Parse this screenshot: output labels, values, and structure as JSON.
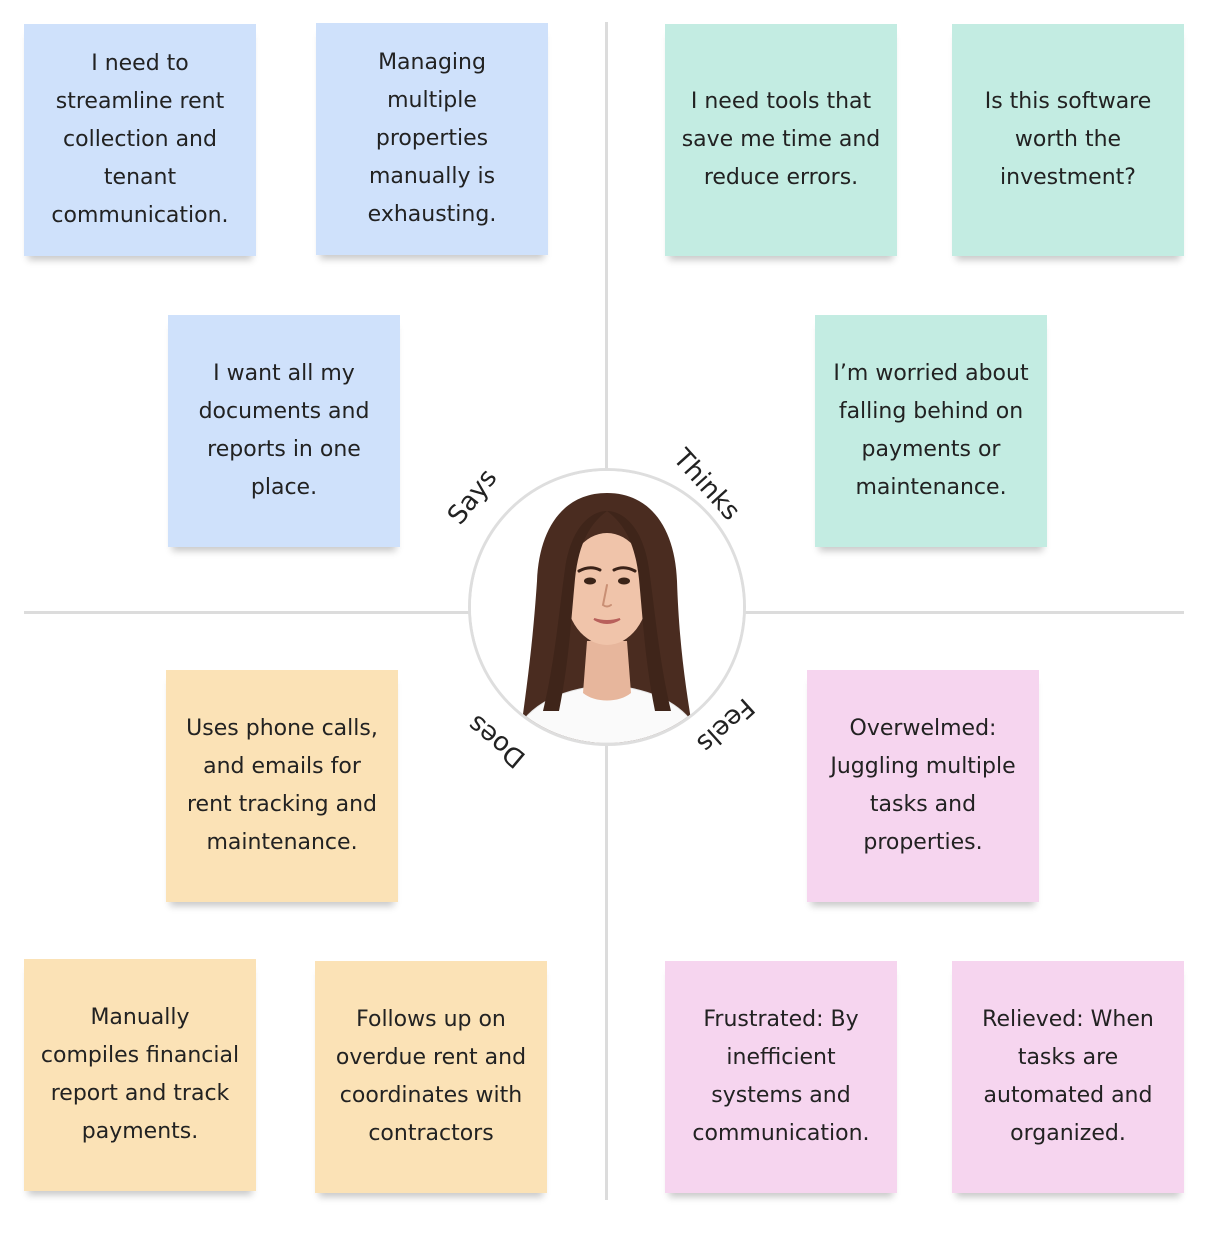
{
  "quadrants": {
    "says": {
      "label": "Says",
      "notes": [
        "I need to streamline rent collection and tenant communication.",
        "Managing multiple properties manually is exhausting.",
        "I want all my documents and reports in one place."
      ]
    },
    "thinks": {
      "label": "Thinks",
      "notes": [
        "I need tools that save me time and reduce errors.",
        "Is this software worth the investment?",
        "I’m worried about falling behind on payments or maintenance."
      ]
    },
    "does": {
      "label": "Does",
      "notes": [
        "Uses phone calls, and emails for rent tracking and maintenance.",
        "Manually compiles financial report and track payments.",
        "Follows up on overdue rent and coordinates with contractors"
      ]
    },
    "feels": {
      "label": "Feels",
      "notes": [
        "Overwelmed: Juggling multiple tasks and properties.",
        "Frustrated: By inefficient systems and communication.",
        "Relieved: When tasks are automated and organized."
      ]
    }
  },
  "colors": {
    "says": "#cfe1fb",
    "thinks": "#c3ece2",
    "does": "#fbe2b6",
    "feels": "#f6d5ef",
    "divider": "#dcdcdc"
  }
}
